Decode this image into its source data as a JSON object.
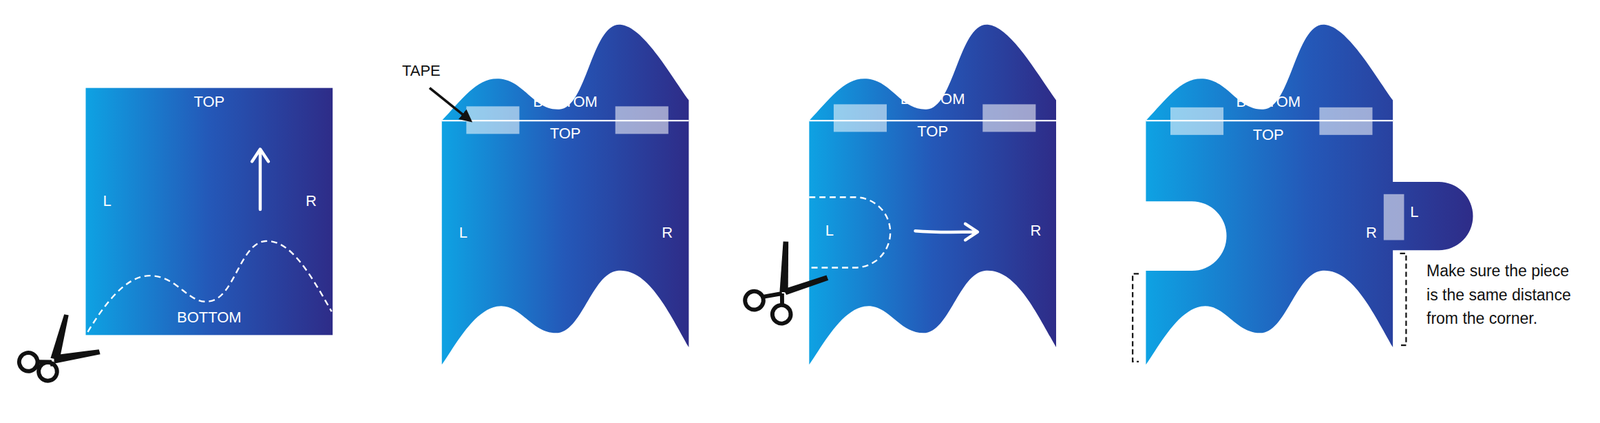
{
  "diagram": {
    "nodes": [
      {
        "text": [
          "TOP",
          "L",
          "R",
          "BOTTOM"
        ]
      },
      {
        "text": [
          "BOTTOM",
          "TOP",
          "L",
          "R"
        ]
      },
      {
        "text": [
          "BOTTOM",
          "TOP",
          "L",
          "R"
        ]
      },
      {
        "text": [
          "BOTTOM",
          "TOP",
          "R"
        ]
      },
      {
        "text": [
          "L"
        ]
      }
    ],
    "labels": [
      "TAPE",
      "Make sure the piece is the same distance from the corner."
    ]
  }
}
